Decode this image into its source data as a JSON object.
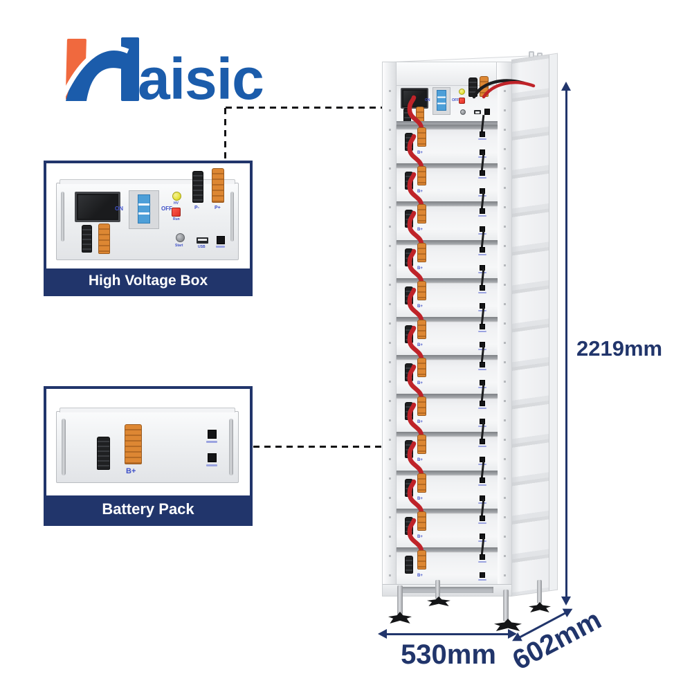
{
  "brand": {
    "name": "Haisic",
    "logo_text": "aisic"
  },
  "callouts": {
    "high_voltage_box": {
      "title": "High Voltage Box"
    },
    "battery_pack": {
      "title": "Battery Pack"
    }
  },
  "hv_labels": {
    "on": "ON",
    "off": "OFF",
    "hv": "HV",
    "run": "Run",
    "p_minus": "P-",
    "p_plus": "P+",
    "start": "Start",
    "usb": "USB"
  },
  "battery_labels": {
    "b_plus": "B+"
  },
  "rack": {
    "battery_pack_count": 12
  },
  "dimensions": {
    "height": "2219mm",
    "width": "530mm",
    "depth": "602mm"
  },
  "colors": {
    "navy": "#21356B",
    "brand_blue": "#1B5CAB",
    "brand_orange": "#F0693E",
    "conn_orange": "#DD8733",
    "cable_red": "#BF2329",
    "breaker_blue": "#4D9FD8",
    "btn_yellow": "#E6E23A",
    "btn_red": "#E03025",
    "label_blue": "#3F51C8"
  }
}
